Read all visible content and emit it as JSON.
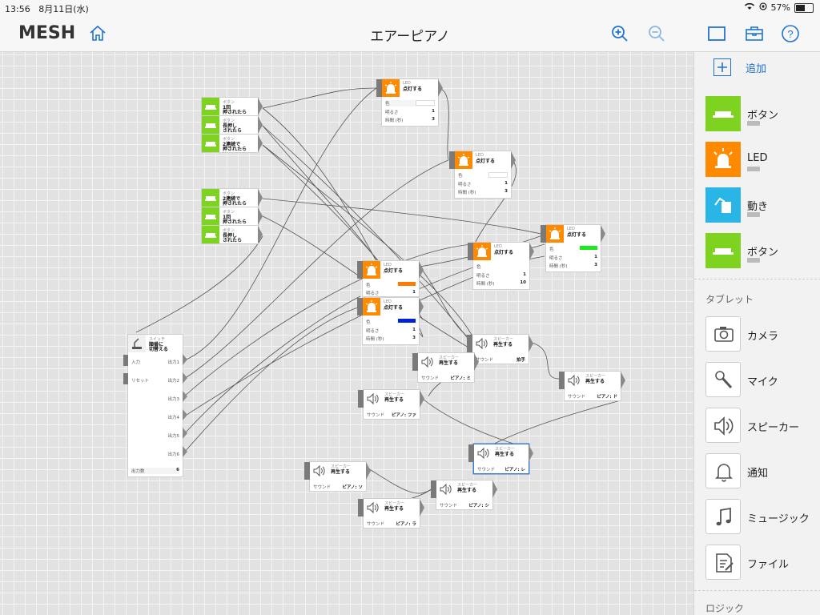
{
  "status": {
    "time": "13:56",
    "date": "8月11日(水)",
    "battery": "57%"
  },
  "app": {
    "logo": "MESH",
    "title": "エアーピアノ"
  },
  "colors": {
    "button": "#7ed321",
    "led": "#ff8a00",
    "motion": "#29b6e6",
    "accent": "#1e73d2"
  },
  "buttons": [
    {
      "sub": "ボタン",
      "act": "1回\n押されたら"
    },
    {
      "sub": "ボタン",
      "act": "長押し\nされたら"
    },
    {
      "sub": "ボタン",
      "act": "2連続で\n押されたら"
    },
    {
      "sub": "ボタン",
      "act": "2連続で\n押されたら"
    },
    {
      "sub": "ボタン",
      "act": "1回\n押されたら"
    },
    {
      "sub": "ボタン",
      "act": "長押し\nされたら"
    }
  ],
  "leds": [
    {
      "sub": "LED",
      "act": "点灯する",
      "rows": [
        {
          "k": "色",
          "v": ""
        },
        {
          "k": "明るさ",
          "v": "1"
        },
        {
          "k": "時間 (秒)",
          "v": "3"
        }
      ],
      "color": "#ffffff"
    },
    {
      "sub": "LED",
      "act": "点灯する",
      "rows": [
        {
          "k": "色",
          "v": ""
        },
        {
          "k": "明るさ",
          "v": "1"
        },
        {
          "k": "時間 (秒)",
          "v": "3"
        }
      ],
      "color": "#ffffff"
    },
    {
      "sub": "LED",
      "act": "点灯する",
      "rows": [
        {
          "k": "色",
          "v": ""
        },
        {
          "k": "明るさ",
          "v": "1"
        },
        {
          "k": "時間 (秒)",
          "v": "10"
        }
      ],
      "color": "#ffffff"
    },
    {
      "sub": "LED",
      "act": "点灯する",
      "rows": [
        {
          "k": "色",
          "v": ""
        },
        {
          "k": "明るさ",
          "v": "1"
        },
        {
          "k": "時間 (秒)",
          "v": "3"
        }
      ],
      "color": "#1ee81e"
    },
    {
      "sub": "LED",
      "act": "点灯する",
      "rows": [
        {
          "k": "色",
          "v": ""
        },
        {
          "k": "明るさ",
          "v": "1"
        }
      ],
      "color": "#ff7a00"
    },
    {
      "sub": "LED",
      "act": "点灯する",
      "rows": [
        {
          "k": "色",
          "v": ""
        },
        {
          "k": "明るさ",
          "v": "1"
        },
        {
          "k": "時間 (秒)",
          "v": "3"
        }
      ],
      "color": "#0022dd"
    }
  ],
  "switch": {
    "sub": "スイッチ",
    "act": "順番に\n切替える",
    "in1": "入力",
    "in2": "リセット",
    "outs": [
      "出力1",
      "出力2",
      "出力3",
      "出力4",
      "出力5",
      "出力6"
    ],
    "count_label": "出力数",
    "count": "6"
  },
  "speakers": [
    {
      "sub": "スピーカー",
      "act": "再生する",
      "k": "サウンド",
      "v": "拍手"
    },
    {
      "sub": "スピーカー",
      "act": "再生する",
      "k": "サウンド",
      "v": "ピアノ: ミ"
    },
    {
      "sub": "スピーカー",
      "act": "再生する",
      "k": "サウンド",
      "v": "ピアノ: ド"
    },
    {
      "sub": "スピーカー",
      "act": "再生する",
      "k": "サウンド",
      "v": "ピアノ: ファ"
    },
    {
      "sub": "スピーカー",
      "act": "再生する",
      "k": "サウンド",
      "v": "ピアノ: レ"
    },
    {
      "sub": "スピーカー",
      "act": "再生する",
      "k": "サウンド",
      "v": "ピアノ: ソ"
    },
    {
      "sub": "スピーカー",
      "act": "再生する",
      "k": "サウンド",
      "v": "ピアノ: シ"
    },
    {
      "sub": "スピーカー",
      "act": "再生する",
      "k": "サウンド",
      "v": "ピアノ: ラ"
    }
  ],
  "sidebar": {
    "add": "追加",
    "devices": [
      {
        "label": "ボタン",
        "type": "button"
      },
      {
        "label": "LED",
        "type": "led"
      },
      {
        "label": "動き",
        "type": "motion"
      },
      {
        "label": "ボタン",
        "type": "button"
      }
    ],
    "tablet_title": "タブレット",
    "tablet": [
      {
        "label": "カメラ",
        "icon": "camera-icon"
      },
      {
        "label": "マイク",
        "icon": "microphone-icon"
      },
      {
        "label": "スピーカー",
        "icon": "speaker-icon"
      },
      {
        "label": "通知",
        "icon": "bell-icon"
      },
      {
        "label": "ミュージック",
        "icon": "music-note-icon"
      },
      {
        "label": "ファイル",
        "icon": "file-icon"
      }
    ],
    "logic_title": "ロジック"
  }
}
